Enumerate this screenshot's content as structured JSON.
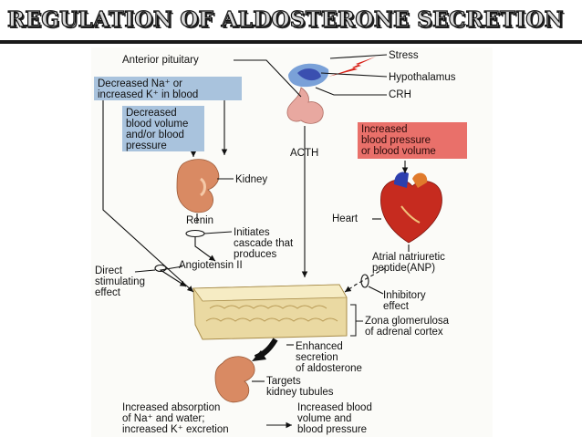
{
  "title": "REGULATION OF ALDOSTERONE SECRETION",
  "labels": {
    "anterior_pituitary": "Anterior pituitary",
    "stress": "Stress",
    "hypothalamus": "Hypothalamus",
    "crh": "CRH",
    "acth": "ACTH",
    "decreased_na": "Decreased Na⁺ or\nincreased K⁺ in blood",
    "decreased_volume": "Decreased\nblood volume\nand/or blood\npressure",
    "increased_pressure": "Increased\nblood pressure\nor blood volume",
    "kidney": "Kidney",
    "heart": "Heart",
    "renin": "Renin",
    "initiates": "Initiates\ncascade that\nproduces",
    "angiotensin": "Angiotensin II",
    "direct_effect": "Direct\nstimulating\neffect",
    "anp": "Atrial natriuretic\npeptide(ANP)",
    "inhibitory": "Inhibitory\neffect",
    "zona": "Zona glomerulosa\nof adrenal cortex",
    "enhanced": "Enhanced\nsecretion\nof aldosterone",
    "targets": "Targets\nkidney tubules",
    "increased_absorption": "Increased absorption\nof Na⁺ and water;\nincreased K⁺ excretion",
    "increased_blood": "Increased blood\nvolume and\nblood pressure"
  },
  "colors": {
    "blue_box": "#a9c3dd",
    "red_box": "#e9706a",
    "kidney": "#d98a63",
    "heart": "#c62b1f",
    "adrenal": "#ead9a2",
    "hypothalamus": "#3a4fb0",
    "pituitary": "#e8a8a0"
  }
}
